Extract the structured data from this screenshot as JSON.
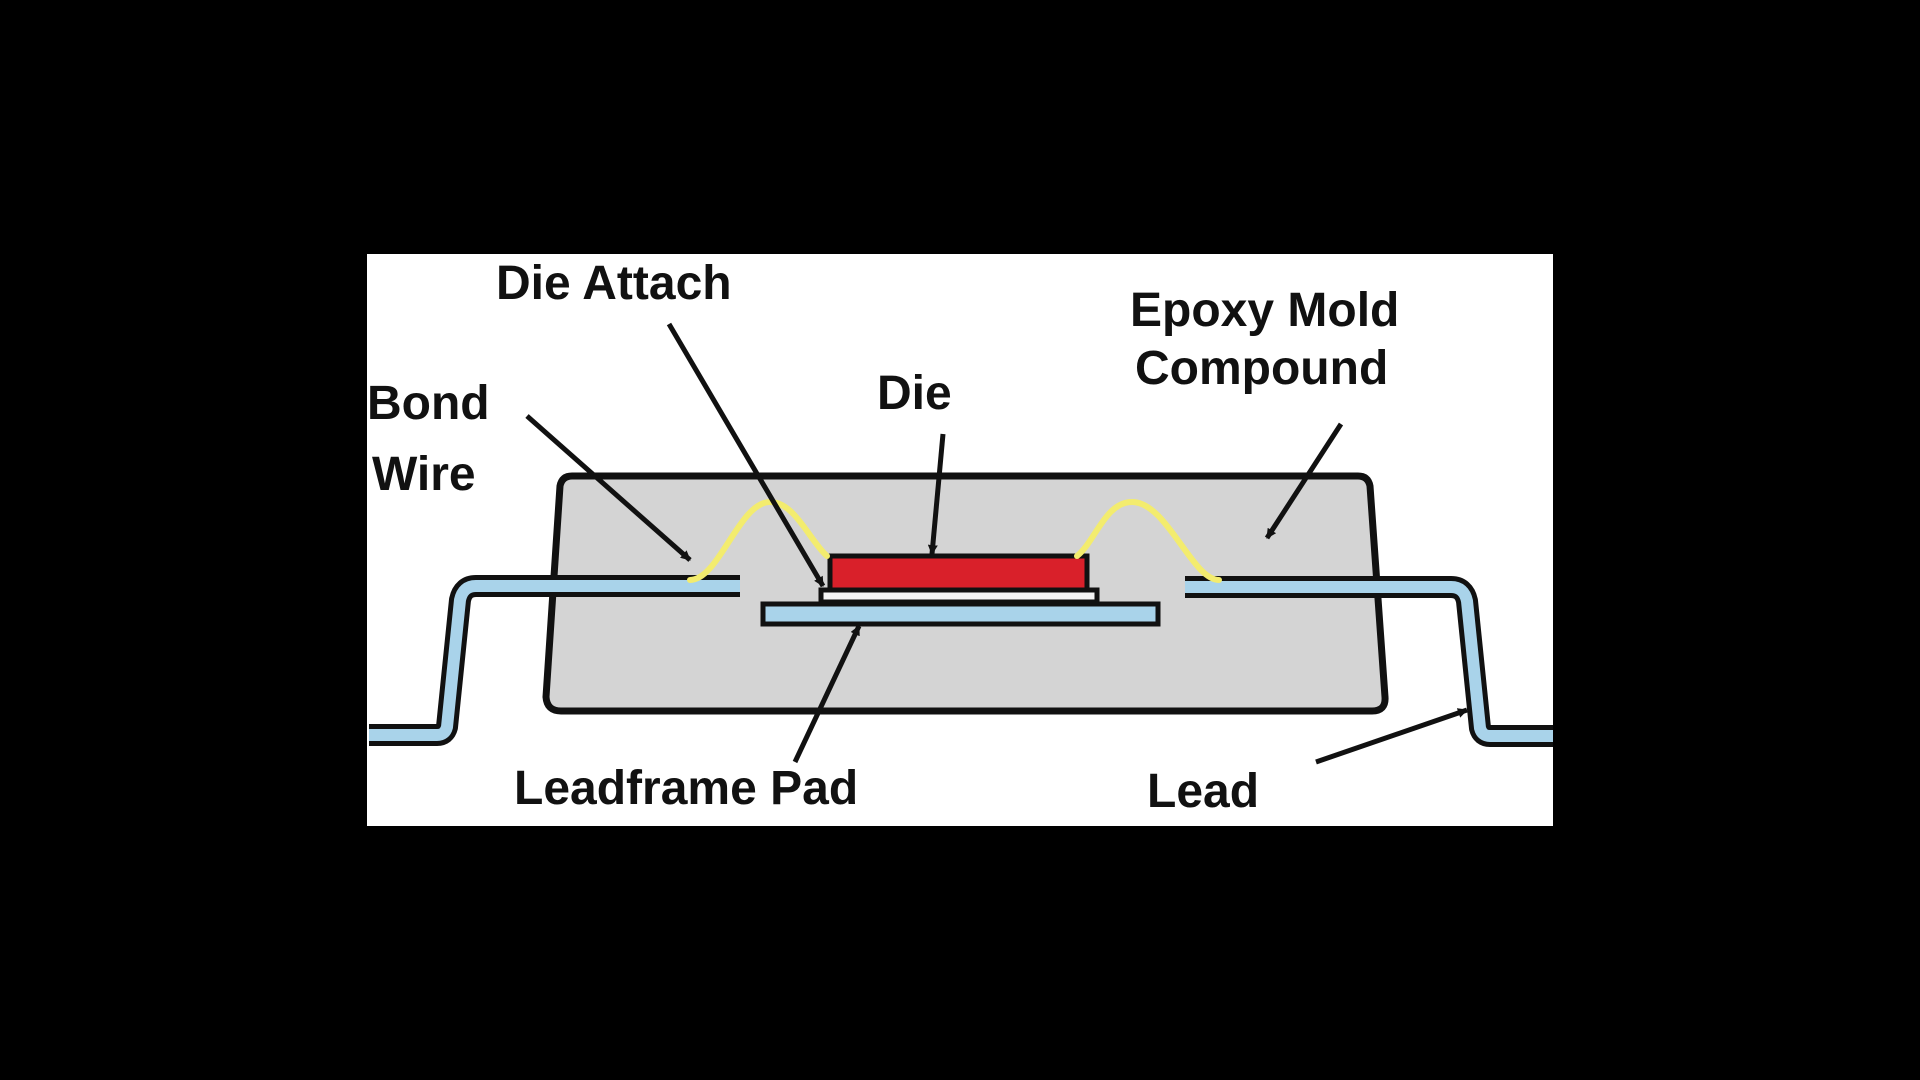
{
  "labels": {
    "die_attach": "Die Attach",
    "epoxy_line1": "Epoxy Mold",
    "epoxy_line2": "Compound",
    "bond_line1": "Bond",
    "bond_line2": "Wire",
    "die": "Die",
    "leadframe_pad": "Leadframe Pad",
    "lead": "Lead"
  },
  "colors": {
    "background": "#000000",
    "panel": "#ffffff",
    "mold": "#d4d4d4",
    "die": "#d9202a",
    "die_attach": "#f4f4f4",
    "leadframe": "#a9d3ea",
    "bond_wire": "#f3ec6e",
    "outline": "#111111"
  }
}
